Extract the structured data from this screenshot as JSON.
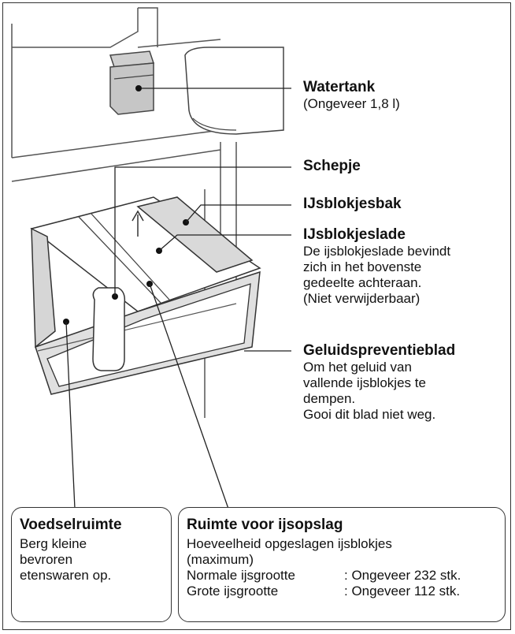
{
  "labels": {
    "watertank": {
      "title": "Watertank",
      "desc": "(Ongeveer 1,8 l)"
    },
    "schepje": {
      "title": "Schepje"
    },
    "ijsblokjesbak": {
      "title": "IJsblokjesbak"
    },
    "ijsblokjeslade": {
      "title": "IJsblokjeslade",
      "desc": "De ijsblokjeslade bevindt\nzich in het bovenste\ngedeelte achteraan.\n(Niet verwijderbaar)"
    },
    "geluid": {
      "title": "Geluidspreventieblad",
      "desc": "Om het geluid van\nvallende ijsblokjes te\ndempen.\nGooi dit blad niet weg."
    }
  },
  "boxes": {
    "voedsel": {
      "title": "Voedselruimte",
      "desc": "Berg kleine\nbevroren\netenswaren op."
    },
    "opslag": {
      "title": "Ruimte voor ijsopslag",
      "desc": "Hoeveelheid opgeslagen ijsblokjes\n(maximum)",
      "rows": [
        {
          "key": "Normale ijsgrootte",
          "value": ": Ongeveer 232 stk."
        },
        {
          "key": "Grote ijsgrootte",
          "value": ": Ongeveer 112 stk."
        }
      ]
    }
  },
  "colors": {
    "line": "#222222",
    "shade": "#d9d9d9",
    "dark": "#9a9a9a"
  }
}
